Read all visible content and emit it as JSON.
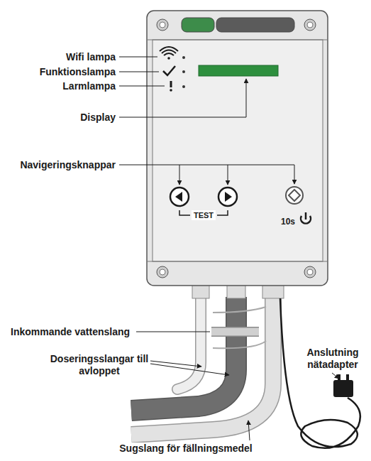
{
  "diagram": {
    "labels": [
      "Wifi lampa",
      "Funktionslampa",
      "Larmlampa",
      "Display",
      "Navigeringsknappar",
      "TEST",
      "10s",
      "Inkommande vattenslang",
      "Doseringsslangar till avloppet",
      "Anslutning nätadapter",
      "Sugslang för fällningsmedel"
    ]
  }
}
